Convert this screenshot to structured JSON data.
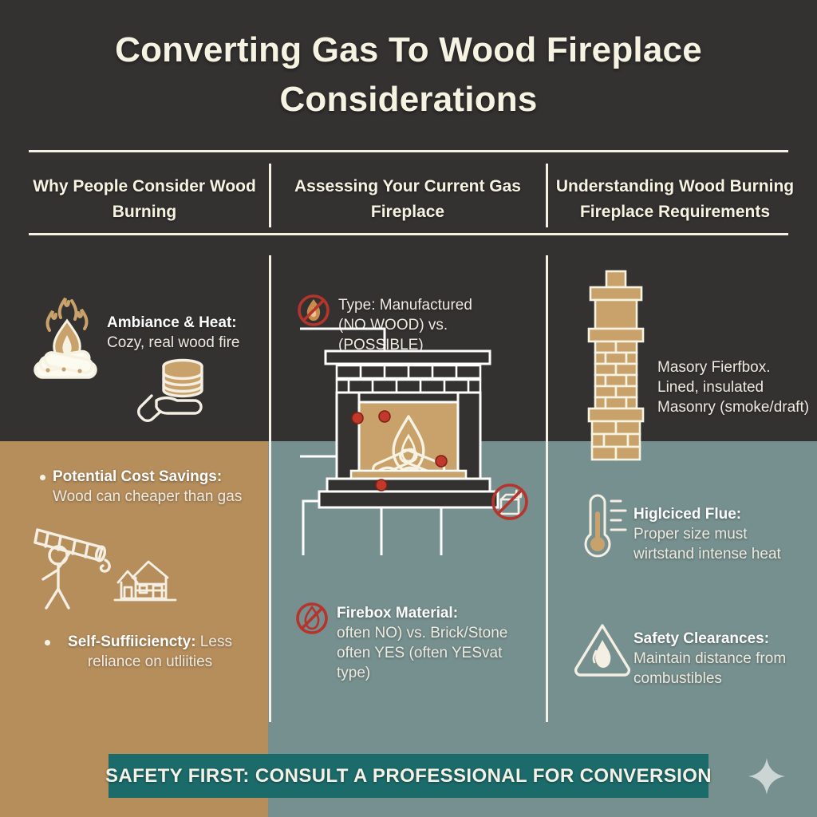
{
  "title": "Converting Gas To Wood Fireplace Considerations",
  "colors": {
    "background_dark": "#333231",
    "background_tan": "#b68e5c",
    "background_slate": "#76908f",
    "banner": "#1c6b6b",
    "cream": "#f7f3e3",
    "brick_tan": "#c9a16a",
    "callout_red": "#c0392b",
    "prohibition_red": "#b5342c"
  },
  "columns": [
    {
      "id": "why",
      "heading": "Why People Consider Wood Burning"
    },
    {
      "id": "assess",
      "heading": "Assessing Your Current Gas Fireplace"
    },
    {
      "id": "requirements",
      "heading": "Understanding Wood Burning Fireplace Requirements"
    }
  ],
  "items": {
    "ambiance": {
      "label": "Ambiance & Heat:",
      "body": "Cozy, real wood fire"
    },
    "cost": {
      "label": "Potential Cost Savings:",
      "body": "Wood can cheaper than gas"
    },
    "self": {
      "label": "Self-Suffiiciencty:",
      "body": " Less reliance on utliities"
    },
    "type": {
      "label": "Type: Manufactured",
      "line2": "(NO WOOD) vs.",
      "line3": "(POSSIBLE)"
    },
    "firebox": {
      "label": "Firebox Material:",
      "line2": "often NO) vs. Brick/Stone",
      "line3": "often YES (often YESvat type)"
    },
    "masonry": {
      "line1": "Masory Fierfbox.",
      "line2": "Lined, insulated",
      "line3": "Masonry (smoke/draft)"
    },
    "flue": {
      "label": "Higlciced Flue:",
      "line2": "Proper size must",
      "line3": "wirtstand intense heat"
    },
    "clearance": {
      "label": "Safety Clearances:",
      "line2": "Maintain distance from",
      "line3": "combustibles"
    }
  },
  "banner": {
    "text": "SAFETY FIRST: CONSULT A PROFESSIONAL FOR CONVERSION"
  },
  "icons": {
    "campfire": "campfire-icon",
    "hand_coins": "hand-holding-coins-icon",
    "person_log": "person-carrying-log-icon",
    "cabin": "cabin-house-icon",
    "no_fire": "no-fire-icon",
    "no_burn": "no-burn-firebox-icon",
    "thermometer": "thermometer-icon",
    "flammable_triangle": "flammable-warning-triangle-icon",
    "chimney": "masonry-chimney-icon",
    "fireplace": "fireplace-diagram-icon",
    "sparkle": "sparkle-icon"
  }
}
